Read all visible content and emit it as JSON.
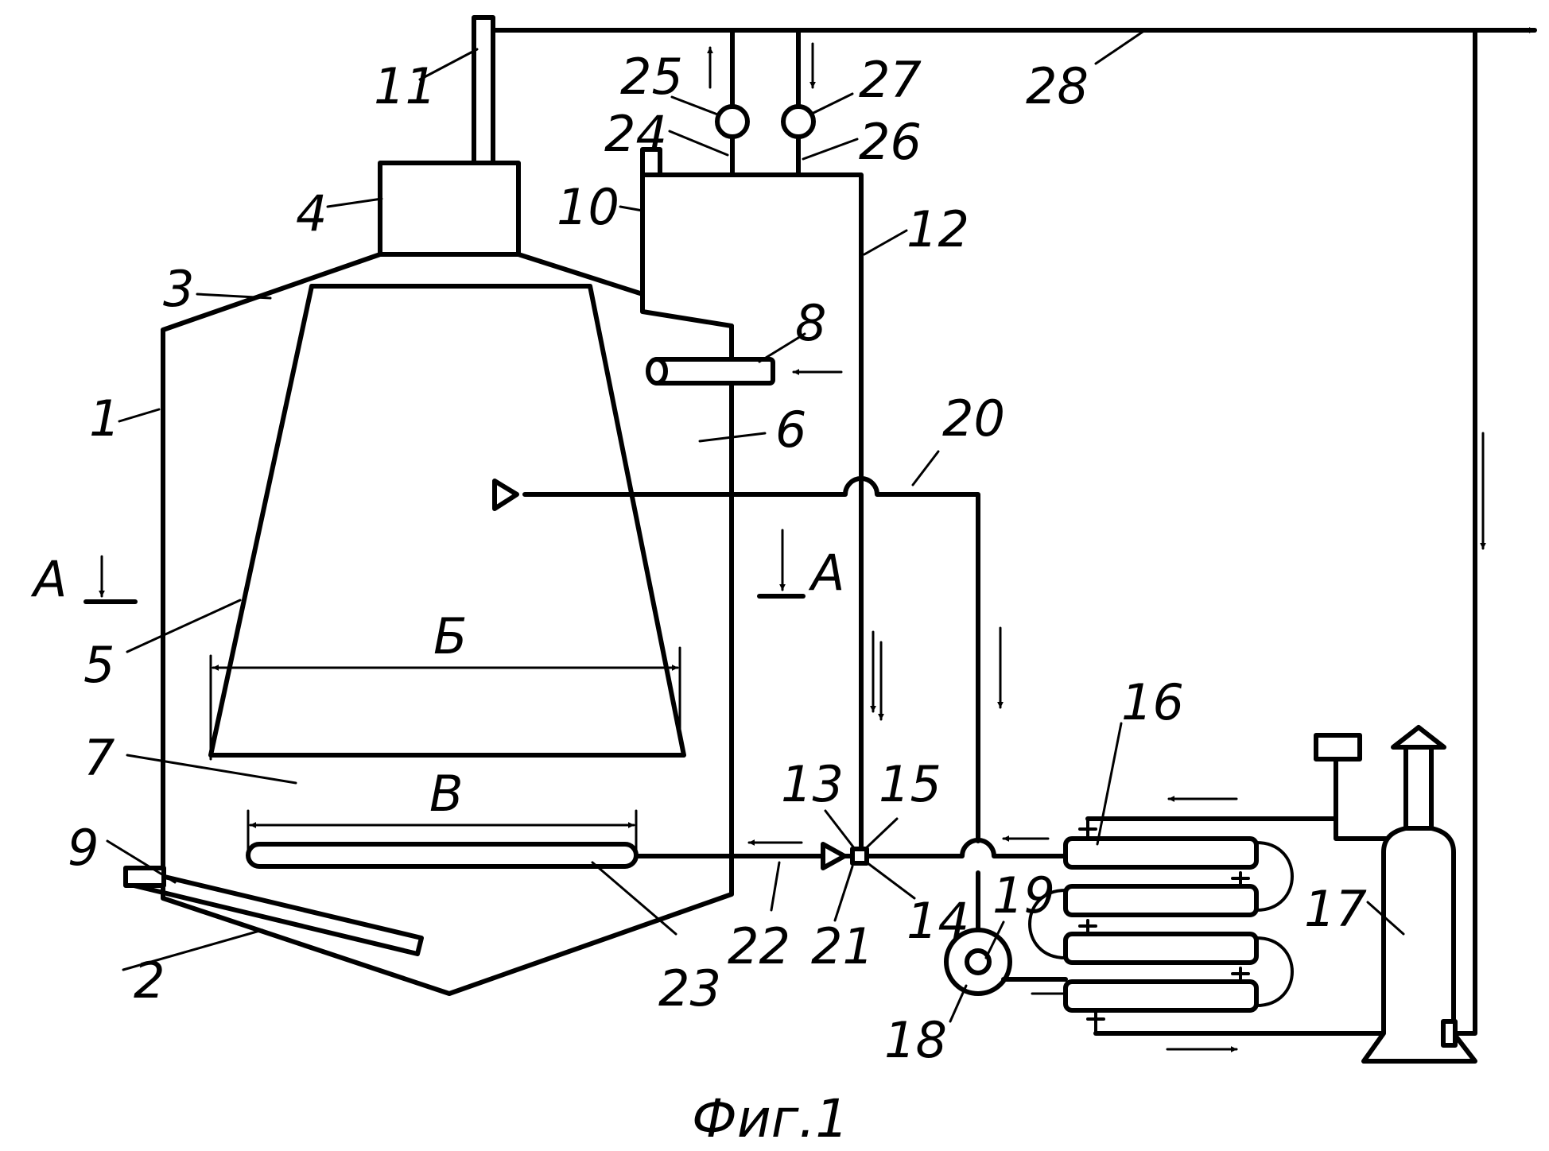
{
  "caption": "Фиг.1",
  "labels": {
    "n1": "1",
    "n2": "2",
    "n3": "3",
    "n4": "4",
    "n5": "5",
    "n6": "6",
    "n7": "7",
    "n8": "8",
    "n9": "9",
    "n10": "10",
    "n11": "11",
    "n12": "12",
    "n13": "13",
    "n14": "14",
    "n15": "15",
    "n16": "16",
    "n17": "17",
    "n18": "18",
    "n19": "19",
    "n20": "20",
    "n21": "21",
    "n22": "22",
    "n23": "23",
    "n24": "24",
    "n25": "25",
    "n26": "26",
    "n27": "27",
    "n28": "28"
  },
  "section_labels": {
    "left": "А",
    "right": "А"
  },
  "dimension_labels": {
    "upper": "Б",
    "lower": "В"
  }
}
